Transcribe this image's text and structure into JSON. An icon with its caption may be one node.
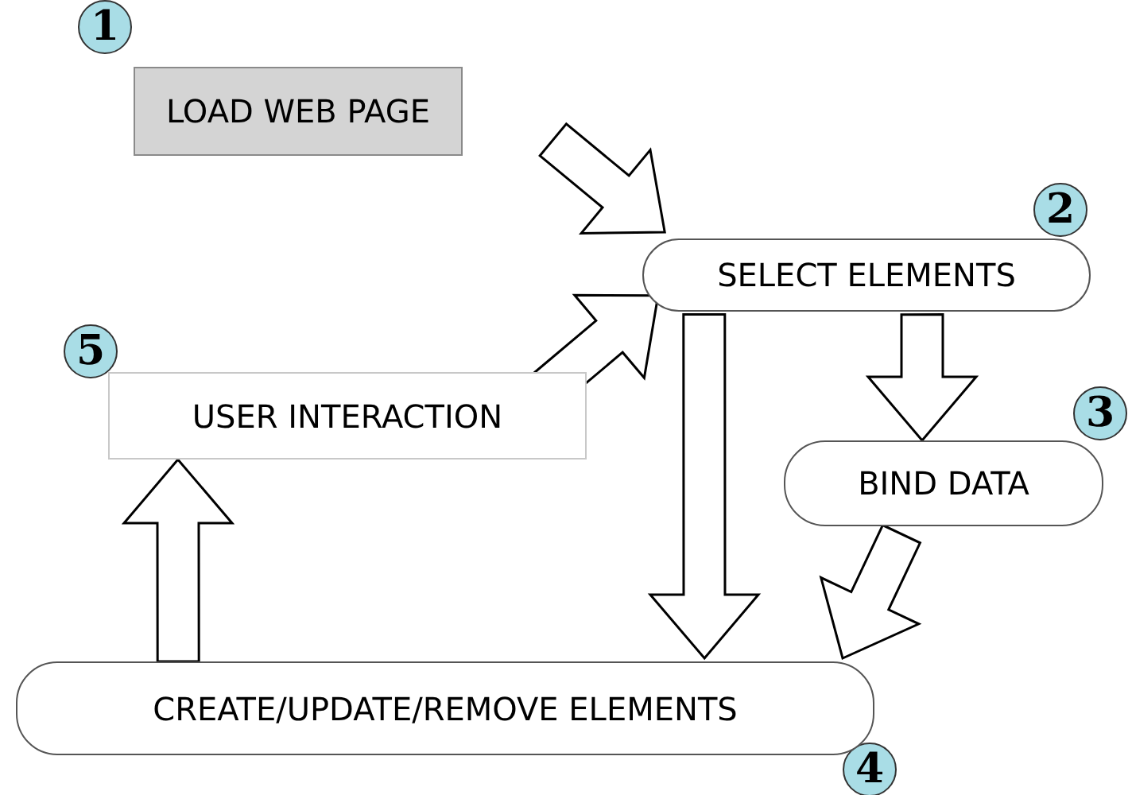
{
  "diagram": {
    "nodes": [
      {
        "text": [
          "LOAD WEB PAGE"
        ],
        "beside": [
          "1"
        ]
      },
      {
        "text": [
          "SELECT ELEMENTS"
        ],
        "beside": [
          "2"
        ]
      },
      {
        "text": [
          "BIND DATA"
        ],
        "beside": [
          "3"
        ]
      },
      {
        "text": [
          "CREATE/UPDATE/REMOVE ELEMENTS"
        ],
        "beside": [
          "4"
        ]
      },
      {
        "text": [
          "USER INTERACTION"
        ],
        "beside": [
          "5"
        ]
      }
    ],
    "edges": [
      {
        "from": 0,
        "to": 1,
        "arrow": "to"
      },
      {
        "from": 1,
        "to": 2,
        "arrow": "to"
      },
      {
        "from": 1,
        "to": 3,
        "arrow": "to"
      },
      {
        "from": 2,
        "to": 3,
        "arrow": "to"
      },
      {
        "from": 3,
        "to": 4,
        "arrow": "to"
      },
      {
        "from": 4,
        "to": 1,
        "arrow": "to"
      }
    ]
  }
}
